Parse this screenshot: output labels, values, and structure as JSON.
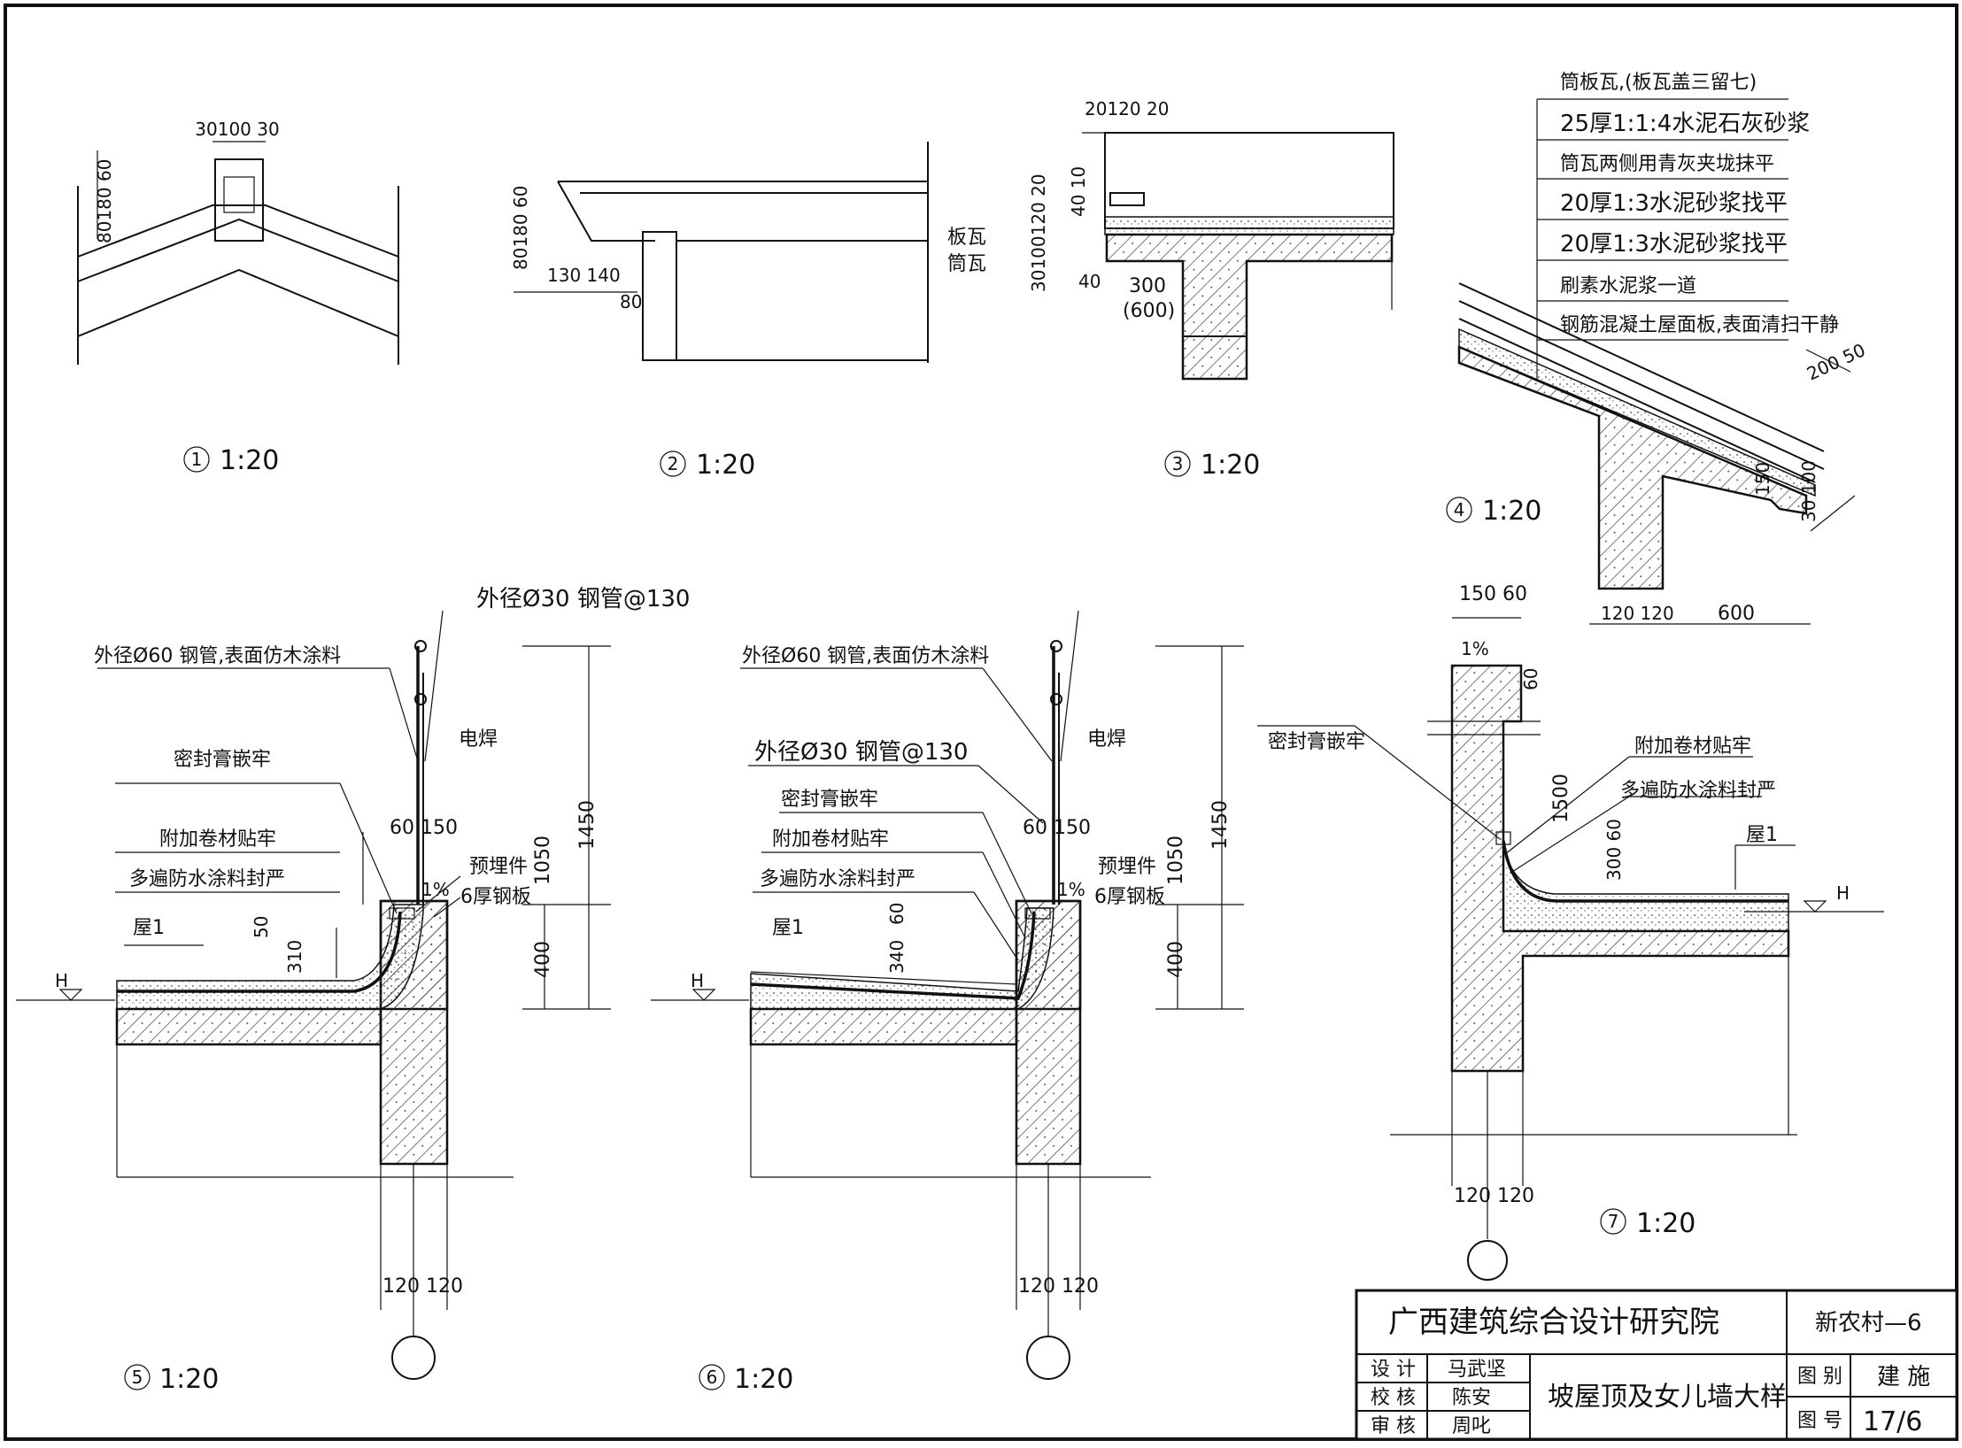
{
  "title_block": {
    "institute": "广西建筑综合设计研究院",
    "project_code": "新农村—6",
    "drawing_title": "坡屋顶及女儿墙大样",
    "roles": [
      {
        "role": "设 计",
        "name": "马武坚"
      },
      {
        "role": "校 核",
        "name": "陈安"
      },
      {
        "role": "审 核",
        "name": "周叱"
      }
    ],
    "category_label": "图 别",
    "category_value": "建 施",
    "sheet_label": "图 号",
    "sheet_value": "17/6"
  },
  "details": {
    "d1": {
      "num": "1",
      "scale": "1:20",
      "dims": [
        "30100 30",
        "80180 60"
      ]
    },
    "d2": {
      "num": "2",
      "scale": "1:20",
      "dims": [
        "80180 60",
        "130 140",
        "80"
      ],
      "labels": [
        "板瓦",
        "筒瓦"
      ]
    },
    "d3": {
      "num": "3",
      "scale": "1:20",
      "dims": [
        "20120 20",
        "40 10",
        "30100120 20",
        "40",
        "300",
        "(600)"
      ]
    },
    "d4": {
      "num": "4",
      "scale": "1:20",
      "layers": [
        "筒板瓦,(板瓦盖三留七)",
        "25厚1:1:4水泥石灰砂浆",
        "筒瓦两侧用青灰夹垅抹平",
        "20厚1:3水泥砂浆找平",
        "20厚1:3水泥砂浆找平",
        "刷素水泥浆一道",
        "钢筋混凝土屋面板,表面清扫干静"
      ],
      "dims": [
        "200 50",
        "150",
        "30 100",
        "120 120",
        "600"
      ]
    },
    "d5": {
      "num": "5",
      "scale": "1:20",
      "labels": [
        "外径Ø30 钢管@130",
        "外径Ø60 钢管,表面仿木涂料",
        "电焊",
        "密封膏嵌牢",
        "附加卷材贴牢",
        "多遍防水涂料封严",
        "屋1",
        "H",
        "预埋件",
        "6厚钢板",
        "1%"
      ],
      "dims": [
        "60 150",
        "50",
        "310",
        "1450",
        "1050",
        "400",
        "120 120"
      ]
    },
    "d6": {
      "num": "6",
      "scale": "1:20",
      "labels": [
        "外径Ø60 钢管,表面仿木涂料",
        "电焊",
        "外径Ø30 钢管@130",
        "密封膏嵌牢",
        "附加卷材贴牢",
        "多遍防水涂料封严",
        "屋1",
        "H",
        "预埋件",
        "6厚钢板",
        "1%"
      ],
      "dims": [
        "60 150",
        "60",
        "340",
        "1450",
        "1050",
        "400",
        "120 120"
      ]
    },
    "d7": {
      "num": "7",
      "scale": "1:20",
      "labels": [
        "密封膏嵌牢",
        "附加卷材贴牢",
        "多遍防水涂料封严",
        "屋1",
        "H",
        "1%"
      ],
      "dims": [
        "150 60",
        "60",
        "1500",
        "300 60",
        "120 120"
      ]
    }
  }
}
